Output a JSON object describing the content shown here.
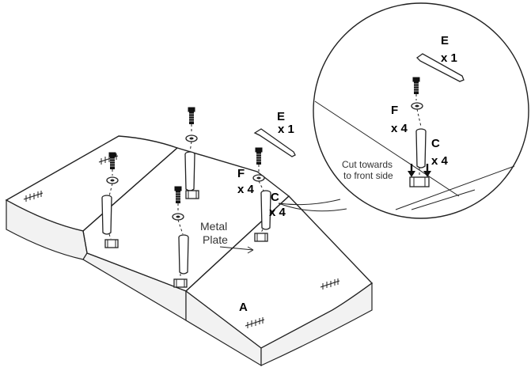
{
  "labels": {
    "panel_a": "A",
    "metal_plate_line1": "Metal",
    "metal_plate_line2": "Plate",
    "main_e_letter": "E",
    "main_e_qty": "x 1",
    "main_f_letter": "F",
    "main_f_qty": "x 4",
    "main_c_letter": "C",
    "main_c_qty": "x 4",
    "detail_e_letter": "E",
    "detail_e_qty": "x 1",
    "detail_f_letter": "F",
    "detail_f_qty": "x 4",
    "detail_c_letter": "C",
    "detail_c_qty": "x 4",
    "cut_line1": "Cut towards",
    "cut_line2": "to front side"
  },
  "icons": {
    "bolt": "bolt-icon",
    "washer": "washer-icon",
    "leg": "leg-icon",
    "plate": "metal-plate-icon",
    "allen_key": "allen-key-icon",
    "arrow": "down-arrow-icon"
  },
  "colors": {
    "line": "#222222",
    "background": "#ffffff",
    "bolt_fill": "#111111"
  }
}
